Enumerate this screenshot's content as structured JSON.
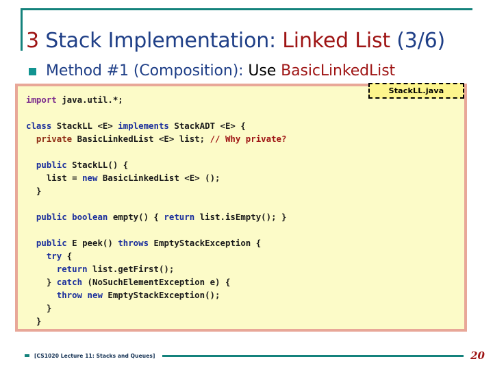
{
  "slide": {
    "title_parts": [
      {
        "text": "3 ",
        "color": "#9e1414"
      },
      {
        "text": "Stack Implementation: ",
        "color": "#1f3f87"
      },
      {
        "text": "Linked List ",
        "color": "#9e1414"
      },
      {
        "text": "(3/6)",
        "color": "#1f3f87"
      }
    ],
    "title_plain": "3 Stack Implementation: Linked List (3/6)",
    "bullet_parts": [
      {
        "text": "Method #1 (Composition): ",
        "color": "#1f3f87"
      },
      {
        "text": "Use ",
        "color": "#000000"
      },
      {
        "text": "BasicLinkedList",
        "color": "#9e1414"
      }
    ],
    "bullet_plain": "Method #1 (Composition): Use BasicLinkedList",
    "accent_teal": "#14827c",
    "accent_blue": "#1f3f87",
    "accent_red": "#9e1414"
  },
  "file_tag": {
    "label": "StackLL.java",
    "background": "#fdf58d",
    "border_color": "#000000"
  },
  "code_panel": {
    "background": "#fcfbc8",
    "border_color": "#e8a798",
    "lines": [
      [
        {
          "t": "import",
          "c": "imp"
        },
        {
          "t": " java.util.*;",
          "c": "pl"
        }
      ],
      [],
      [
        {
          "t": "class",
          "c": "k"
        },
        {
          "t": " StackLL <E> ",
          "c": "pl"
        },
        {
          "t": "implements",
          "c": "k"
        },
        {
          "t": " StackADT <E> {",
          "c": "pl"
        }
      ],
      [
        {
          "t": "  ",
          "c": "pl"
        },
        {
          "t": "private",
          "c": "pv"
        },
        {
          "t": " BasicLinkedList <E> list; ",
          "c": "pl"
        },
        {
          "t": "// Why private?",
          "c": "cm"
        }
      ],
      [],
      [
        {
          "t": "  ",
          "c": "pl"
        },
        {
          "t": "public",
          "c": "k"
        },
        {
          "t": " StackLL() {",
          "c": "pl"
        }
      ],
      [
        {
          "t": "    list = ",
          "c": "pl"
        },
        {
          "t": "new",
          "c": "k"
        },
        {
          "t": " BasicLinkedList <E> ();",
          "c": "pl"
        }
      ],
      [
        {
          "t": "  }",
          "c": "pl"
        }
      ],
      [],
      [
        {
          "t": "  ",
          "c": "pl"
        },
        {
          "t": "public boolean",
          "c": "k"
        },
        {
          "t": " empty() { ",
          "c": "pl"
        },
        {
          "t": "return",
          "c": "k"
        },
        {
          "t": " list.isEmpty(); }",
          "c": "pl"
        }
      ],
      [],
      [
        {
          "t": "  ",
          "c": "pl"
        },
        {
          "t": "public",
          "c": "k"
        },
        {
          "t": " E peek() ",
          "c": "pl"
        },
        {
          "t": "throws",
          "c": "k"
        },
        {
          "t": " EmptyStackException {",
          "c": "pl"
        }
      ],
      [
        {
          "t": "    ",
          "c": "pl"
        },
        {
          "t": "try",
          "c": "k"
        },
        {
          "t": " {",
          "c": "pl"
        }
      ],
      [
        {
          "t": "      ",
          "c": "pl"
        },
        {
          "t": "return",
          "c": "k"
        },
        {
          "t": " list.getFirst();",
          "c": "pl"
        }
      ],
      [
        {
          "t": "    } ",
          "c": "pl"
        },
        {
          "t": "catch",
          "c": "k"
        },
        {
          "t": " (NoSuchElementException e) {",
          "c": "pl"
        }
      ],
      [
        {
          "t": "      ",
          "c": "pl"
        },
        {
          "t": "throw new",
          "c": "k"
        },
        {
          "t": " EmptyStackException();",
          "c": "pl"
        }
      ],
      [
        {
          "t": "    }",
          "c": "pl"
        }
      ],
      [
        {
          "t": "  }",
          "c": "pl"
        }
      ]
    ],
    "plain_text": "import java.util.*;\n\nclass StackLL <E> implements StackADT <E> {\n  private BasicLinkedList <E> list; // Why private?\n\n  public StackLL() {\n    list = new BasicLinkedList <E> ();\n  }\n\n  public boolean empty() { return list.isEmpty(); }\n\n  public E peek() throws EmptyStackException {\n    try {\n      return list.getFirst();\n    } catch (NoSuchElementException e) {\n      throw new EmptyStackException();\n    }\n  }"
  },
  "footer": {
    "text": "[CS1020 Lecture 11: Stacks and Queues]",
    "page_number": "20",
    "rule_color": "#14827c"
  }
}
